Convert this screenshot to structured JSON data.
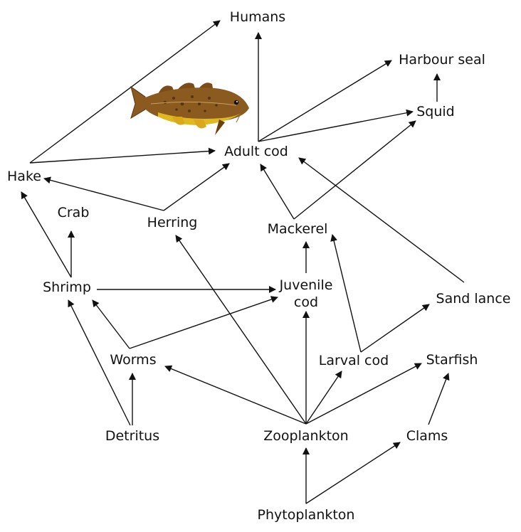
{
  "nodes": {
    "humans": "Humans",
    "harbour_seal": "Harbour seal",
    "squid": "Squid",
    "adult_cod": "Adult cod",
    "hake": "Hake",
    "crab": "Crab",
    "herring": "Herring",
    "mackerel": "Mackerel",
    "shrimp": "Shrimp",
    "juvenile_cod_1": "Juvenile",
    "juvenile_cod_2": "cod",
    "sand_lance": "Sand lance",
    "worms": "Worms",
    "larval_cod": "Larval cod",
    "starfish": "Starfish",
    "detritus": "Detritus",
    "zooplankton": "Zooplankton",
    "clams": "Clams",
    "phytoplankton": "Phytoplankton"
  },
  "edges": [
    {
      "from": "Hake",
      "to": "Humans"
    },
    {
      "from": "Adult cod",
      "to": "Humans"
    },
    {
      "from": "Adult cod",
      "to": "Harbour seal"
    },
    {
      "from": "Adult cod",
      "to": "Squid"
    },
    {
      "from": "Squid",
      "to": "Harbour seal"
    },
    {
      "from": "Hake",
      "to": "Adult cod"
    },
    {
      "from": "Herring",
      "to": "Hake"
    },
    {
      "from": "Herring",
      "to": "Adult cod"
    },
    {
      "from": "Mackerel",
      "to": "Adult cod"
    },
    {
      "from": "Mackerel",
      "to": "Squid"
    },
    {
      "from": "Sand lance",
      "to": "Adult cod"
    },
    {
      "from": "Shrimp",
      "to": "Hake"
    },
    {
      "from": "Shrimp",
      "to": "Crab"
    },
    {
      "from": "Shrimp",
      "to": "Juvenile cod"
    },
    {
      "from": "Juvenile cod",
      "to": "Mackerel"
    },
    {
      "from": "Worms",
      "to": "Shrimp"
    },
    {
      "from": "Worms",
      "to": "Juvenile cod"
    },
    {
      "from": "Larval cod",
      "to": "Mackerel"
    },
    {
      "from": "Larval cod",
      "to": "Sand lance"
    },
    {
      "from": "Detritus",
      "to": "Shrimp"
    },
    {
      "from": "Detritus",
      "to": "Worms"
    },
    {
      "from": "Zooplankton",
      "to": "Herring"
    },
    {
      "from": "Zooplankton",
      "to": "Worms"
    },
    {
      "from": "Zooplankton",
      "to": "Juvenile cod"
    },
    {
      "from": "Zooplankton",
      "to": "Larval cod"
    },
    {
      "from": "Zooplankton",
      "to": "Starfish"
    },
    {
      "from": "Clams",
      "to": "Starfish"
    },
    {
      "from": "Phytoplankton",
      "to": "Zooplankton"
    },
    {
      "from": "Phytoplankton",
      "to": "Clams"
    }
  ],
  "colors": {
    "line": "#111111",
    "fish_body": "#8a5a1f",
    "fish_belly": "#e0b820",
    "fish_spots": "#5a3410"
  },
  "icons": {
    "illustration": "cod-fish-icon"
  }
}
